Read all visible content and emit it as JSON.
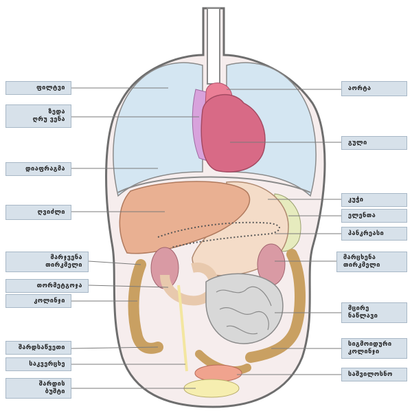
{
  "left_labels": [
    {
      "id": "lungs",
      "lines": [
        "ფილტვი"
      ]
    },
    {
      "id": "svc",
      "lines": [
        "ზედა",
        "ღრუ ვენა"
      ]
    },
    {
      "id": "diaphragm",
      "lines": [
        "დიაფრაგმა"
      ]
    },
    {
      "id": "liver",
      "lines": [
        "ღვიძლი"
      ]
    },
    {
      "id": "right-colon",
      "lines": [
        "მარჯვენა",
        "თირკმელი"
      ]
    },
    {
      "id": "duodenum",
      "lines": [
        "თორმეტგოჯა"
      ]
    },
    {
      "id": "colon",
      "lines": [
        "კოლინჯი"
      ]
    },
    {
      "id": "ureter",
      "lines": [
        "შარდსაწვეთი"
      ]
    },
    {
      "id": "appendix",
      "lines": [
        "საკვერცხე"
      ]
    },
    {
      "id": "bladder",
      "lines": [
        "შარდის",
        "ბუშტი"
      ]
    }
  ],
  "right_labels": [
    {
      "id": "aorta",
      "lines": [
        "აორტა"
      ]
    },
    {
      "id": "heart",
      "lines": [
        "გული"
      ]
    },
    {
      "id": "stomach",
      "lines": [
        "კუჭი"
      ]
    },
    {
      "id": "spleen",
      "lines": [
        "ელენთა"
      ]
    },
    {
      "id": "pancreas",
      "lines": [
        "პანკრეასი"
      ]
    },
    {
      "id": "left-kidney",
      "lines": [
        "მარცხენა",
        "თირკმელი"
      ]
    },
    {
      "id": "small-intestine",
      "lines": [
        "მცირე",
        "ნაწლავი"
      ]
    },
    {
      "id": "sigmoid-colon",
      "lines": [
        "სიგმოიდური",
        "კოლინჯი"
      ]
    },
    {
      "id": "uterus",
      "lines": [
        "საშვილოსნო"
      ]
    }
  ],
  "colors": {
    "label_fill": "#d7e1ea",
    "lung": "#d4e6f2",
    "heart": "#d86a86",
    "aorta": "#ea7f96",
    "vena_cava": "#d8a2dc",
    "liver": "#e9b092",
    "stomach": "#f4dcc8",
    "spleen": "#e6ebbe",
    "kidney": "#d99aa4",
    "small_intestine": "#d8d8d8",
    "colon": "#c9a062",
    "uterus": "#f0a38e",
    "bladder": "#f6eeb0"
  }
}
